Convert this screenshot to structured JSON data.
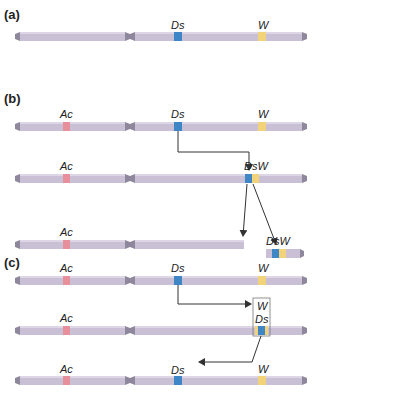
{
  "diagram": {
    "labels": [
      "(a)",
      "Ds",
      "W",
      "(b)",
      "Ac",
      "Ds",
      "W",
      "Ac",
      "DsW",
      "Ac",
      "DsW",
      "(c)",
      "Ac",
      "Ds",
      "W",
      "Ac",
      "W",
      "Ds",
      "Ac",
      "Ds",
      "W"
    ]
  }
}
